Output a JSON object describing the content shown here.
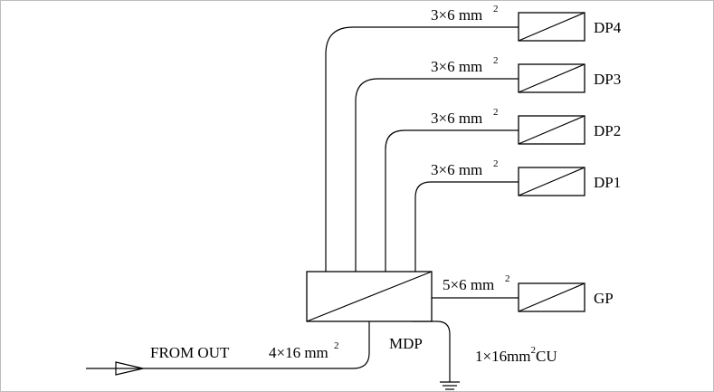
{
  "panels": [
    {
      "id": "dp4",
      "label": "DP4",
      "cable": "3×6 mm",
      "cable_sup": "2"
    },
    {
      "id": "dp3",
      "label": "DP3",
      "cable": "3×6 mm",
      "cable_sup": "2"
    },
    {
      "id": "dp2",
      "label": "DP2",
      "cable": "3×6 mm",
      "cable_sup": "2"
    },
    {
      "id": "dp1",
      "label": "DP1",
      "cable": "3×6 mm",
      "cable_sup": "2"
    },
    {
      "id": "gp",
      "label": "GP",
      "cable": "5×6 mm",
      "cable_sup": "2"
    }
  ],
  "main_panel": {
    "label": "MDP"
  },
  "feeder": {
    "source_label": "FROM OUT",
    "cable": "4×16 mm",
    "cable_sup": "2"
  },
  "earth": {
    "cable_pre": "1×16mm",
    "cable_sup": "2",
    "cable_post": "CU"
  }
}
